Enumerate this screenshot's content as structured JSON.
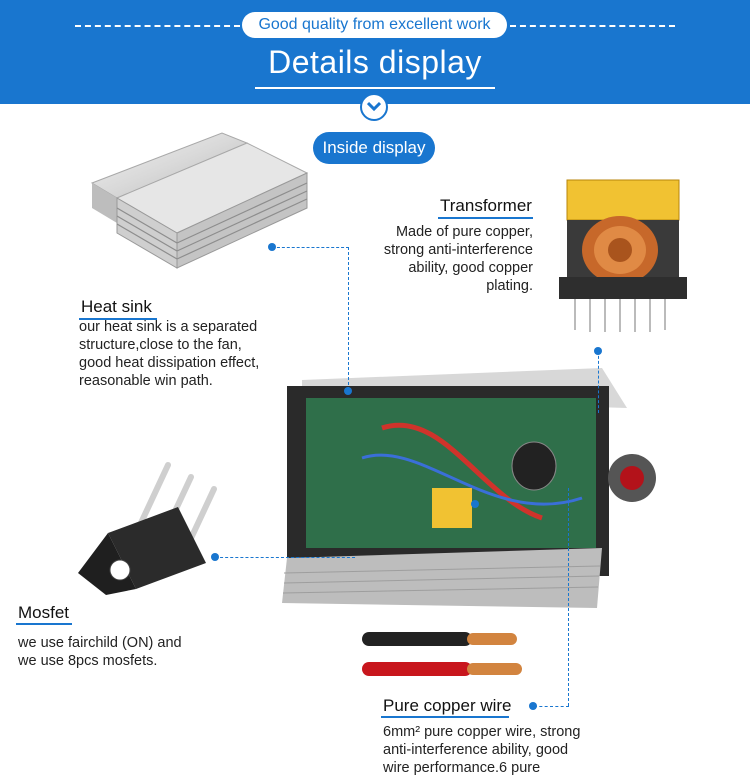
{
  "header": {
    "tagline": "Good quality from excellent work",
    "title": "Details display"
  },
  "badge": {
    "label": "Inside display"
  },
  "colors": {
    "brand_blue": "#1976cf",
    "background": "#ffffff"
  },
  "features": {
    "transformer": {
      "title": "Transformer",
      "lines": [
        "Made of pure copper,",
        "strong anti-interference",
        "ability, good copper",
        "plating."
      ]
    },
    "heat_sink": {
      "title": "Heat sink",
      "lines": [
        "our heat sink is a separated",
        "structure,close to the fan,",
        "good heat dissipation effect,",
        "reasonable win path."
      ]
    },
    "mosfet": {
      "title": "Mosfet",
      "lines": [
        "we use fairchild (ON) and",
        "we use 8pcs mosfets."
      ]
    },
    "copper_wire": {
      "title": "Pure copper wire",
      "lines": [
        "6mm² pure copper wire, strong",
        "anti-interference ability, good",
        "wire performance.6 pure"
      ]
    }
  }
}
